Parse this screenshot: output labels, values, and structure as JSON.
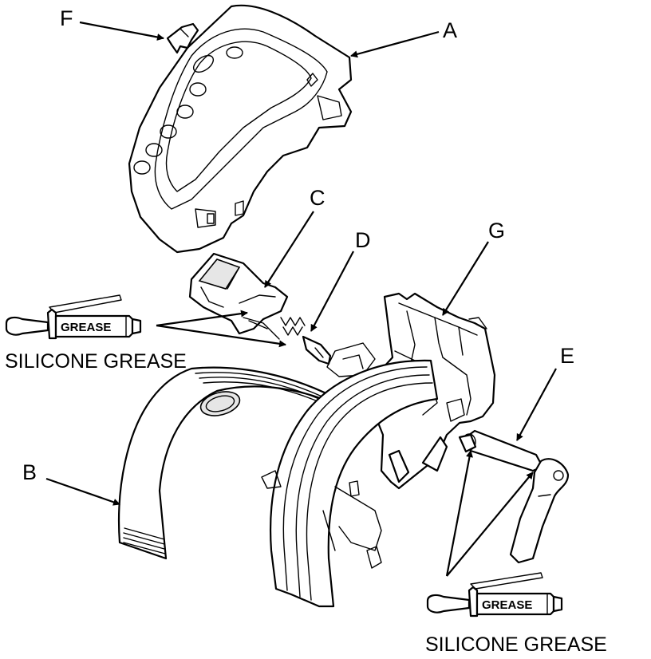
{
  "callouts": {
    "a": "A",
    "b": "B",
    "c": "C",
    "d": "D",
    "e": "E",
    "f": "F",
    "g": "G"
  },
  "grease_tube_label": "GREASE",
  "grease_caption_left": "SILICONE GREASE",
  "grease_caption_right": "SILICONE GREASE"
}
